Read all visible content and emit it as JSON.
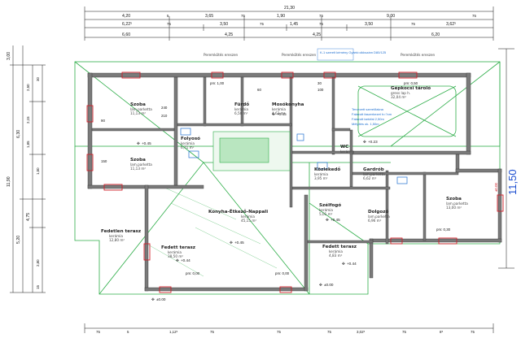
{
  "colors": {
    "wall": "#555555",
    "green": "#2fae4a",
    "red": "#d0202a",
    "blue": "#1e6fd0",
    "dim": "#111111"
  },
  "dims_top": {
    "overall": "21,30",
    "row1": [
      "4,20",
      "5",
      "3,65",
      "75",
      "1,90",
      "75",
      "9,00",
      "75"
    ],
    "row2": [
      "6,22⁵",
      "75",
      "3,50",
      "75",
      "1,45",
      "75",
      "3,50",
      "75",
      "3,62⁵"
    ],
    "row3": [
      "6,60",
      "4,25",
      "4,25",
      "6,20"
    ]
  },
  "dims_left": [
    "3,00",
    "11,90",
    "6,30",
    "2,50",
    "2,15",
    "1,85",
    "4,75",
    "2,80",
    "5,20",
    "30",
    "15",
    "1,50"
  ],
  "dim_right": "11,50",
  "dims_bottom": [
    "75",
    "5",
    "1,12⁵",
    "75",
    "75",
    "75",
    "3,02⁵",
    "75",
    "8⁵",
    "75"
  ],
  "rooms": [
    {
      "name": "Szoba",
      "floor": "lam.parketta",
      "area": "11,13 m²"
    },
    {
      "name": "Fürdő",
      "floor": "kerámia",
      "area": "6,50 m²"
    },
    {
      "name": "Mosókonyha",
      "floor": "kerámia",
      "area": "4,63 m²"
    },
    {
      "name": "Gépkocsi tároló",
      "floor": "gress lap h.",
      "area": "32,04 m²"
    },
    {
      "name": "Folyosó",
      "floor": "kerámia",
      "area": "6,71 m²"
    },
    {
      "name": "Szoba",
      "floor": "lam.parketta",
      "area": "11,13 m²"
    },
    {
      "name": "WC",
      "floor": "kerámia",
      "area": ""
    },
    {
      "name": "Közlekedő",
      "floor": "kerámia",
      "area": "3,95 m²"
    },
    {
      "name": "Gardrób",
      "floor": "lam.parketta",
      "area": "6,62 m²"
    },
    {
      "name": "Konyha-Étkező-Nappali",
      "floor": "kerámia",
      "area": "45,15 m²"
    },
    {
      "name": "Szélfogó",
      "floor": "kerámia",
      "area": "5,01 m²"
    },
    {
      "name": "Dolgozó",
      "floor": "lam.parketta",
      "area": "6,96 m²"
    },
    {
      "name": "Szoba",
      "floor": "lam.parketta",
      "area": "13,00 m²"
    },
    {
      "name": "Fedetlen terasz",
      "floor": "kerámia",
      "area": "12,80 m²"
    },
    {
      "name": "Fedett terasz",
      "floor": "kerámia",
      "area": "38,50 m²"
    },
    {
      "name": "Fedett terasz",
      "floor": "kerámia",
      "area": "4,83 m²"
    }
  ],
  "levels": [
    "+0.45",
    "+0.45",
    "+0.45",
    "+0.23",
    "+0.44",
    "+0.45",
    "+0.44",
    "±0.00",
    "±0.00",
    "±0.00"
  ],
  "notes": {
    "chimney": "K-1 szerelt kémény\nGyártó:cikkszám D80/125",
    "garage": [
      "Tervezett szerelőakna",
      "Falazott faszerkezet h=?cm",
      "Falazott tartófal 2,50m",
      "Mélyítés ok. 1,50m"
    ]
  },
  "heights": [
    "240",
    "210",
    "90",
    "150",
    "60",
    "30",
    "100"
  ],
  "pm_labels": [
    "pm: 0,00",
    "pm: 0,00",
    "pm: 1,00",
    "pm: 0,50",
    "pm: 0,30"
  ],
  "eave_label": "Peremkötés ereszen"
}
